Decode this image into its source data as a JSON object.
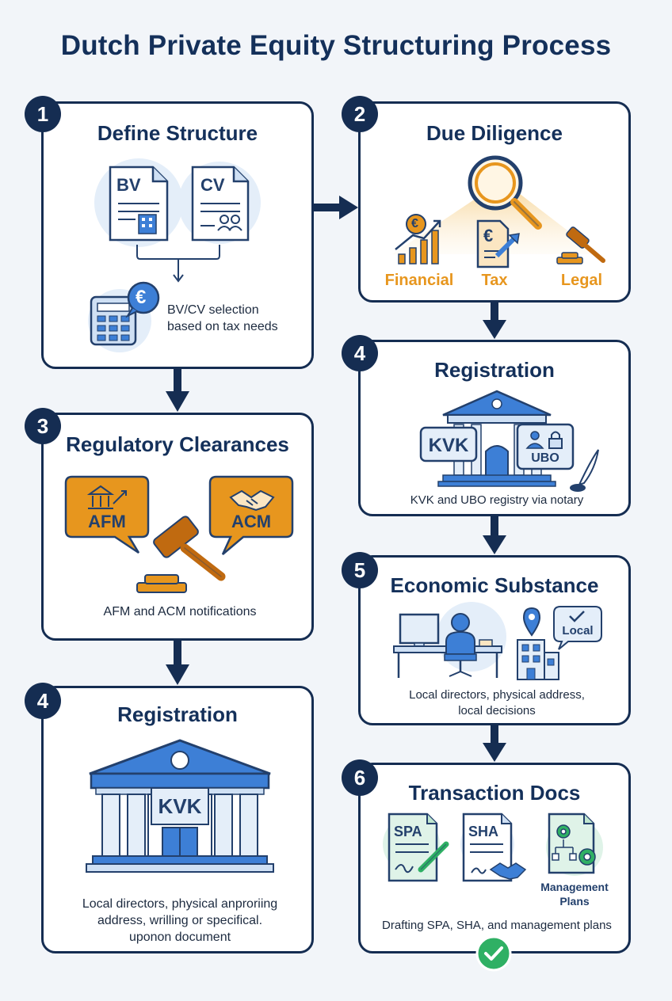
{
  "title": "Dutch Private Equity Structuring Process",
  "steps": {
    "define": {
      "number": "1",
      "title": "Define Structure",
      "doc_left": "BV",
      "doc_right": "CV",
      "caption_line1": "BV/CV selection",
      "caption_line2": "based on tax needs",
      "currency_symbol": "€"
    },
    "due_diligence": {
      "number": "2",
      "title": "Due Diligence",
      "labels": [
        "Financial",
        "Tax",
        "Legal"
      ],
      "currency_symbol": "€"
    },
    "regulatory": {
      "number": "3",
      "title": "Regulatory Clearances",
      "bubble_left": "AFM",
      "bubble_right": "ACM",
      "caption": "AFM and ACM notifications"
    },
    "registration_right": {
      "number": "4",
      "title": "Registration",
      "sign_left": "KVK",
      "sign_right": "UBO",
      "caption": "KVK and UBO registry via notary"
    },
    "economic": {
      "number": "5",
      "title": "Economic Substance",
      "bubble": "Local",
      "caption_line1": "Local directors, physical address,",
      "caption_line2": "local decisions"
    },
    "registration_left": {
      "number": "4",
      "title": "Registration",
      "building_sign": "KVK",
      "caption_line1": "Local directors, physical anproriing",
      "caption_line2": "address, wrilling or specifical.",
      "caption_line3": "uponon document"
    },
    "transaction": {
      "number": "6",
      "title": "Transaction Docs",
      "doc1": "SPA",
      "doc2": "SHA",
      "doc3_line1": "Management",
      "doc3_line2": "Plans",
      "caption": "Drafting SPA, SHA, and management plans"
    }
  },
  "colors": {
    "navy": "#152d52",
    "accent_blue": "#3d7fd6",
    "accent_orange": "#e7961e",
    "accent_green": "#2fb064"
  },
  "icons": [
    "building-icon",
    "people-icon",
    "calculator-icon",
    "euro-icon",
    "magnifier-icon",
    "chart-icon",
    "gavel-icon",
    "handshake-icon",
    "bank-icon",
    "lock-icon",
    "quill-icon",
    "desk-icon",
    "location-pin-icon",
    "pen-icon",
    "gears-icon",
    "checkmark-icon"
  ]
}
